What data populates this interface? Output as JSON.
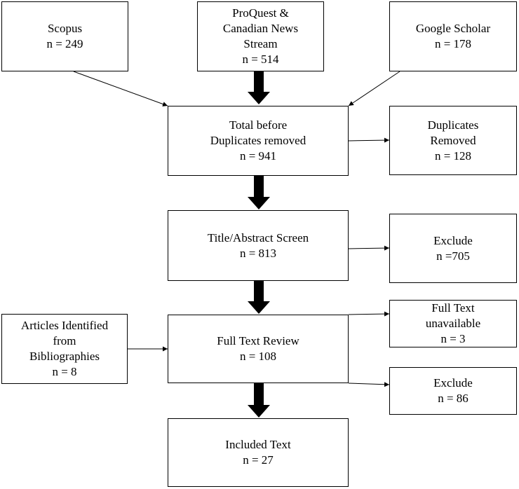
{
  "colors": {
    "stroke": "#000000",
    "background": "#ffffff"
  },
  "nodes": {
    "scopus": {
      "lines": [
        "Scopus",
        "n = 249"
      ]
    },
    "proquest": {
      "lines": [
        "ProQuest &",
        "Canadian News",
        "Stream",
        "n = 514"
      ]
    },
    "google_scholar": {
      "lines": [
        "Google Scholar",
        "n = 178"
      ]
    },
    "total": {
      "lines": [
        "Total before",
        "Duplicates removed",
        "n = 941"
      ]
    },
    "duplicates": {
      "lines": [
        "Duplicates",
        "Removed",
        "n = 128"
      ]
    },
    "title_abstract": {
      "lines": [
        "Title/Abstract Screen",
        "n = 813"
      ]
    },
    "exclude_1": {
      "lines": [
        "Exclude",
        "n =705"
      ]
    },
    "articles_bib": {
      "lines": [
        "Articles Identified",
        "from",
        "Bibliographies",
        "n = 8"
      ]
    },
    "full_text_review": {
      "lines": [
        "Full Text Review",
        "n = 108"
      ]
    },
    "full_text_unavailable": {
      "lines": [
        "Full Text",
        "unavailable",
        "n = 3"
      ]
    },
    "exclude_2": {
      "lines": [
        "Exclude",
        "n = 86"
      ]
    },
    "included": {
      "lines": [
        "Included Text",
        "n = 27"
      ]
    }
  }
}
